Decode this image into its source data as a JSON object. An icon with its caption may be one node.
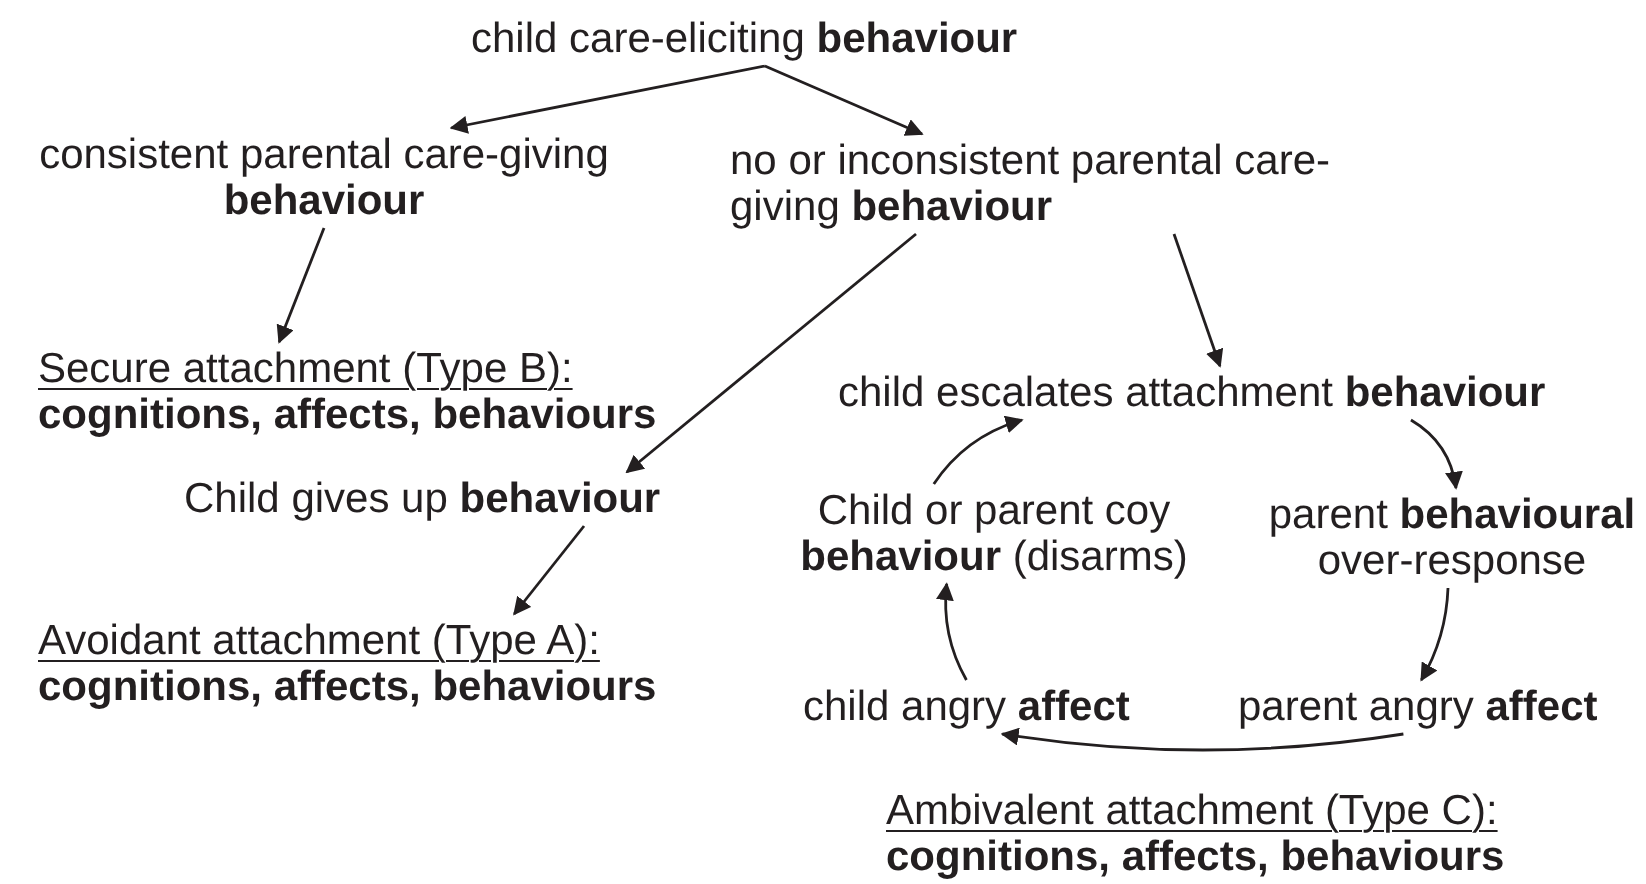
{
  "diagram": {
    "nodes": [
      {
        "text": [
          "child care-eliciting **behaviour**"
        ]
      },
      {
        "text": [
          "consistent parental care-giving **behaviour**"
        ]
      },
      {
        "text": [
          "no or inconsistent parental care-giving **behaviour**"
        ]
      },
      {
        "text": [
          "Secure attachment (Type B):",
          "cognitions, affects, behaviours"
        ]
      },
      {
        "text": [
          "child escalates attachment **behaviour**"
        ]
      },
      {
        "text": [
          "Child gives up **behaviour**"
        ]
      },
      {
        "text": [
          "Child or parent coy **behaviour** (disarms)"
        ]
      },
      {
        "text": [
          "parent **behavioural** over-response"
        ]
      },
      {
        "text": [
          "Avoidant attachment (Type A):",
          "cognitions, affects, behaviours"
        ]
      },
      {
        "text": [
          "child angry **affect**"
        ]
      },
      {
        "text": [
          "parent angry **affect**"
        ]
      },
      {
        "text": [
          "Ambivalent attachment (Type C):",
          "cognitions, affects, behaviours"
        ]
      }
    ],
    "edges": [
      {
        "from": 0,
        "to": 1,
        "arrow": "to"
      },
      {
        "from": 0,
        "to": 2,
        "arrow": "to"
      },
      {
        "from": 1,
        "to": 3,
        "arrow": "to"
      },
      {
        "from": 2,
        "to": 5,
        "arrow": "to"
      },
      {
        "from": 2,
        "to": 4,
        "arrow": "to"
      },
      {
        "from": 5,
        "to": 8,
        "arrow": "to"
      },
      {
        "from": 4,
        "to": 7,
        "arrow": "to"
      },
      {
        "from": 7,
        "to": 10,
        "arrow": "to"
      },
      {
        "from": 10,
        "to": 9,
        "arrow": "to"
      },
      {
        "from": 9,
        "to": 6,
        "arrow": "to"
      },
      {
        "from": 6,
        "to": 4,
        "arrow": "to"
      }
    ]
  }
}
